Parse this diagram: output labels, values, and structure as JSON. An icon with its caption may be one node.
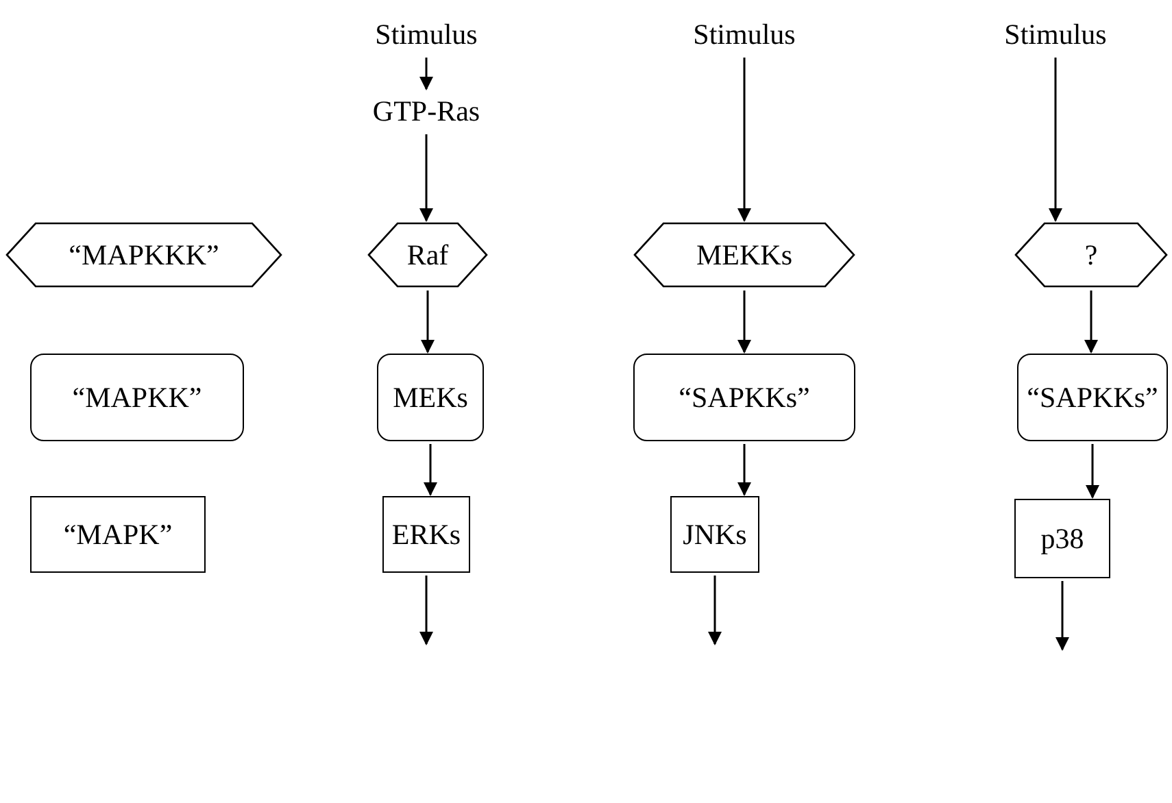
{
  "diagram": {
    "nodes": [
      {
        "text": [
          "Stimulus"
        ]
      },
      {
        "text": [
          "Stimulus"
        ]
      },
      {
        "text": [
          "Stimulus"
        ]
      },
      {
        "text": [
          "GTP-Ras"
        ]
      },
      {
        "text": [
          "“MAPKKK”"
        ]
      },
      {
        "text": [
          "Raf"
        ]
      },
      {
        "text": [
          "MEKKs"
        ]
      },
      {
        "text": [
          "?"
        ]
      },
      {
        "text": [
          "“MAPKK”"
        ]
      },
      {
        "text": [
          "MEKs"
        ]
      },
      {
        "text": [
          "“SAPKKs”"
        ]
      },
      {
        "text": [
          "“SAPKKs”"
        ]
      },
      {
        "text": [
          "“MAPK”"
        ]
      },
      {
        "text": [
          "ERKs"
        ]
      },
      {
        "text": [
          "JNKs"
        ]
      },
      {
        "text": [
          "p38"
        ]
      }
    ],
    "edges": [
      {
        "from": 0,
        "to": 3,
        "arrow": "to"
      },
      {
        "from": 3,
        "to": 5,
        "arrow": "to"
      },
      {
        "from": 1,
        "to": 6,
        "arrow": "to"
      },
      {
        "from": 2,
        "to": 7,
        "arrow": "to"
      },
      {
        "from": 5,
        "to": 9,
        "arrow": "to"
      },
      {
        "from": 6,
        "to": 10,
        "arrow": "to"
      },
      {
        "from": 7,
        "to": 11,
        "arrow": "to"
      },
      {
        "from": 9,
        "to": 13,
        "arrow": "to"
      },
      {
        "from": 10,
        "to": 14,
        "arrow": "to"
      },
      {
        "from": 11,
        "to": 15,
        "arrow": "to"
      },
      {
        "from": 13,
        "to": null,
        "arrow": "to"
      },
      {
        "from": 14,
        "to": null,
        "arrow": "to"
      },
      {
        "from": 15,
        "to": null,
        "arrow": "to"
      }
    ]
  }
}
